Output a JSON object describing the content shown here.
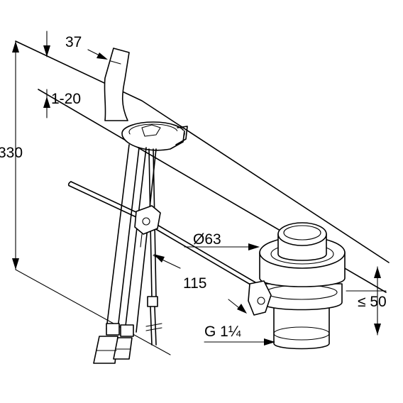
{
  "dimensions": {
    "spout_width": "37",
    "deck_thickness": "1-20",
    "height": "330",
    "drain_diameter": "Ø63",
    "lever_offset": "115",
    "drain_thread": "G 1¼",
    "drain_height": "≤ 50"
  }
}
